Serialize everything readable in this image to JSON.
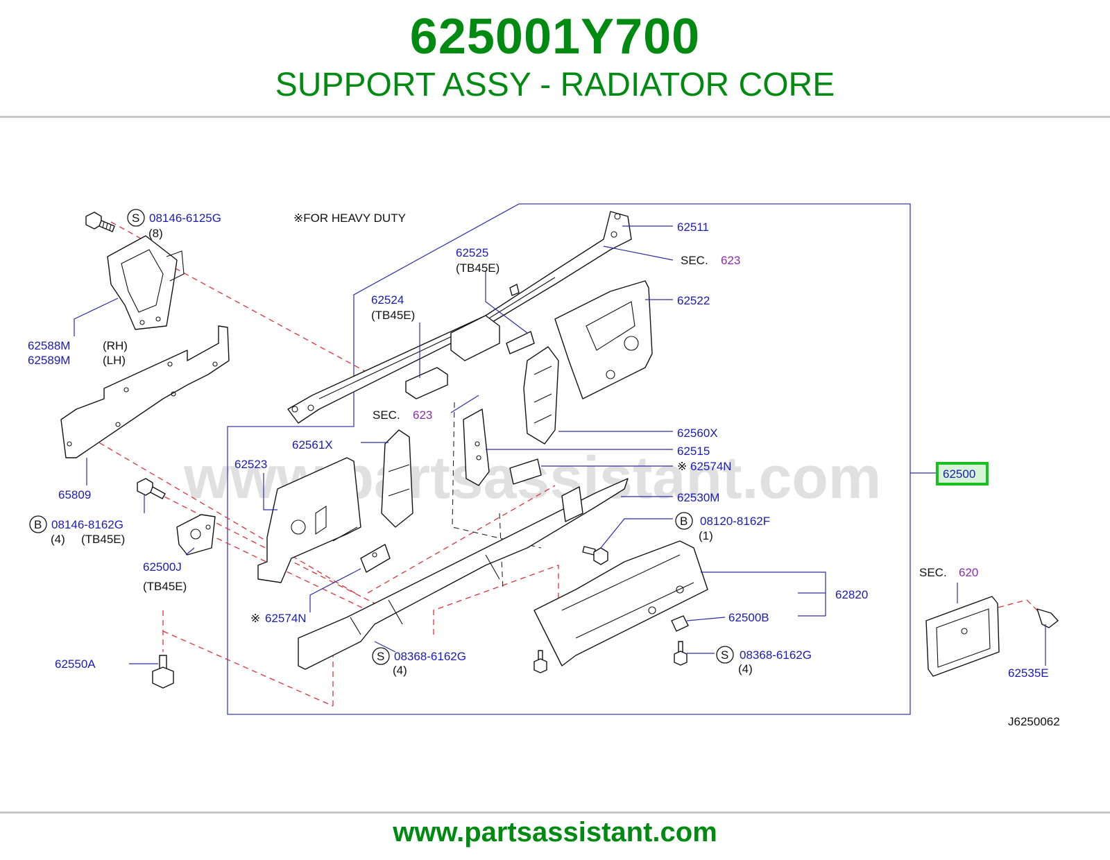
{
  "header": {
    "part_number": "625001Y700",
    "description": "SUPPORT ASSY - RADIATOR CORE"
  },
  "footer": {
    "url": "www.partsassistant.com"
  },
  "watermark": "www.partsassistant.com",
  "diagram": {
    "note": "※FOR   HEAVY   DUTY",
    "drawing_code": "J6250062",
    "highlight_color": "#18c21e",
    "callouts": {
      "c08146_6125g": {
        "circle": "S",
        "part": "08146-6125G",
        "qty": "(8)"
      },
      "c62511": {
        "part": "62511"
      },
      "c62525": {
        "part": "62525",
        "note": "(TB45E)"
      },
      "sec623_top": {
        "sec": "SEC.",
        "num": "623"
      },
      "c62524": {
        "part": "62524",
        "note": "(TB45E)"
      },
      "c62522": {
        "part": "62522"
      },
      "c62588m": {
        "part": "62588M",
        "side": "(RH)"
      },
      "c62589m": {
        "part": "62589M",
        "side": "(LH)"
      },
      "sec623_mid": {
        "sec": "SEC.",
        "num": "623"
      },
      "c62560x": {
        "part": "62560X"
      },
      "c62561x": {
        "part": "62561X"
      },
      "c62515": {
        "part": "62515"
      },
      "c62523": {
        "part": "62523"
      },
      "c62574n_top": {
        "mark": "※",
        "part": "62574N"
      },
      "c62500": {
        "part": "62500"
      },
      "c65809": {
        "part": "65809"
      },
      "c62530m": {
        "part": "62530M"
      },
      "c08146_8162g": {
        "circle": "B",
        "part": "08146-8162G",
        "qty": "(4)",
        "note": "(TB45E)"
      },
      "c08120_8162f": {
        "circle": "B",
        "part": "08120-8162F",
        "qty": "(1)"
      },
      "c62500j": {
        "part": "62500J",
        "note": "(TB45E)"
      },
      "sec620": {
        "sec": "SEC.",
        "num": "620"
      },
      "c62820": {
        "part": "62820"
      },
      "c62574n_bot": {
        "mark": "※",
        "part": "62574N"
      },
      "c62500b": {
        "part": "62500B"
      },
      "c08368_left": {
        "circle": "S",
        "part": "08368-6162G",
        "qty": "(4)"
      },
      "c08368_right": {
        "circle": "S",
        "part": "08368-6162G",
        "qty": "(4)"
      },
      "c62550a": {
        "part": "62550A"
      },
      "c62535e": {
        "part": "62535E"
      }
    }
  }
}
